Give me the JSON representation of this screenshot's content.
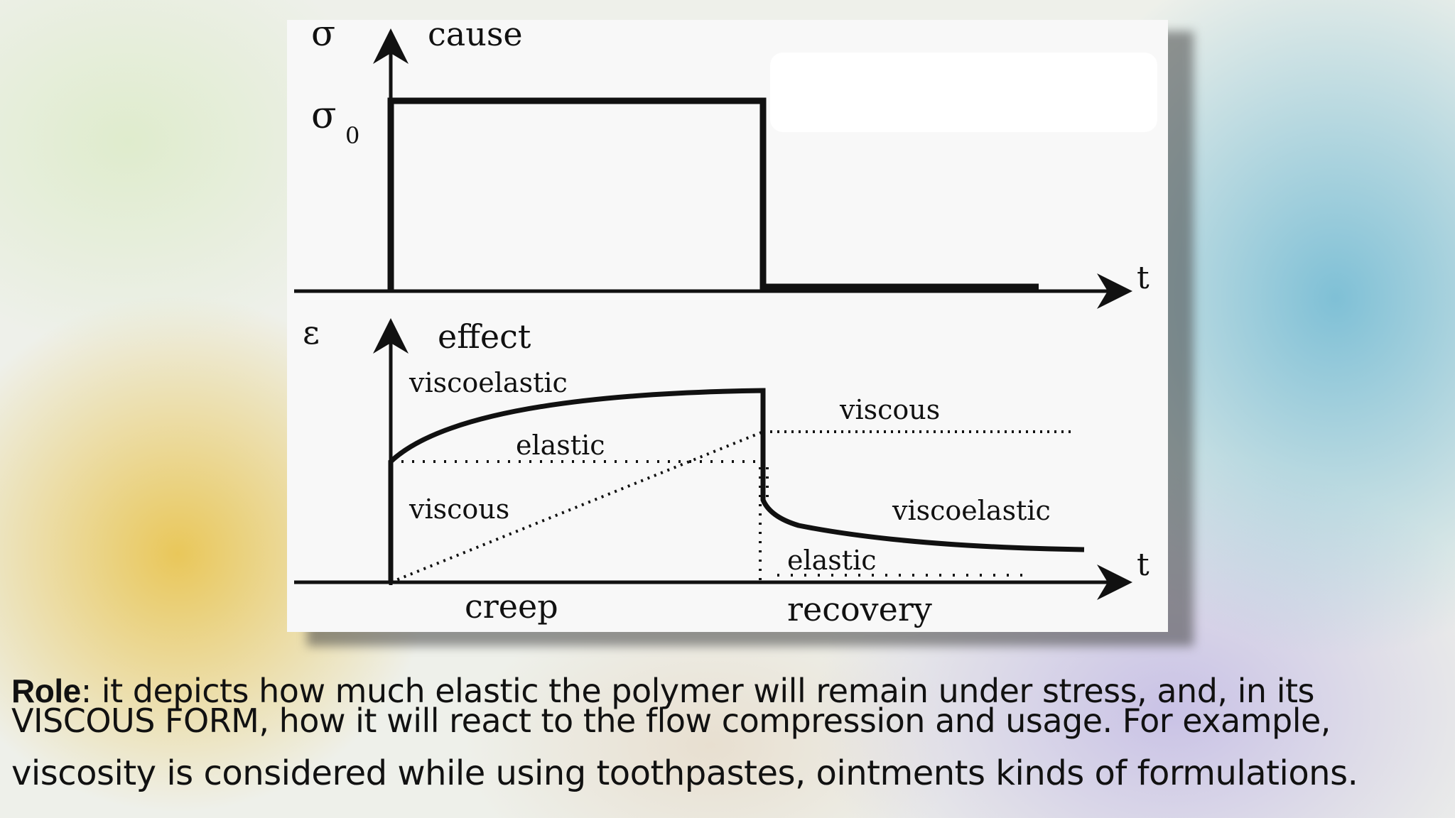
{
  "diagram": {
    "top_panel": {
      "axis_symbol": "σ",
      "title": "cause",
      "level_symbol": "σ",
      "level_subscript": "0",
      "time_label": "t"
    },
    "bottom_panel": {
      "axis_symbol": "ε",
      "title": "effect",
      "time_label": "t",
      "creep_labels": {
        "viscoelastic": "viscoelastic",
        "elastic": "elastic",
        "viscous": "viscous"
      },
      "recovery_labels": {
        "viscous": "viscous",
        "viscoelastic": "viscoelastic",
        "elastic": "elastic"
      },
      "phase_creep": "creep",
      "phase_recovery": "recovery"
    }
  },
  "caption": {
    "role_label": "Role",
    "line1_rest": ": it depicts how much elastic the polymer will remain under stress, and, in its",
    "line2": "VISCOUS FORM, how it will react to the flow compression and usage. For example,",
    "line3": "viscosity is considered while using toothpastes, ointments kinds of formulations."
  }
}
